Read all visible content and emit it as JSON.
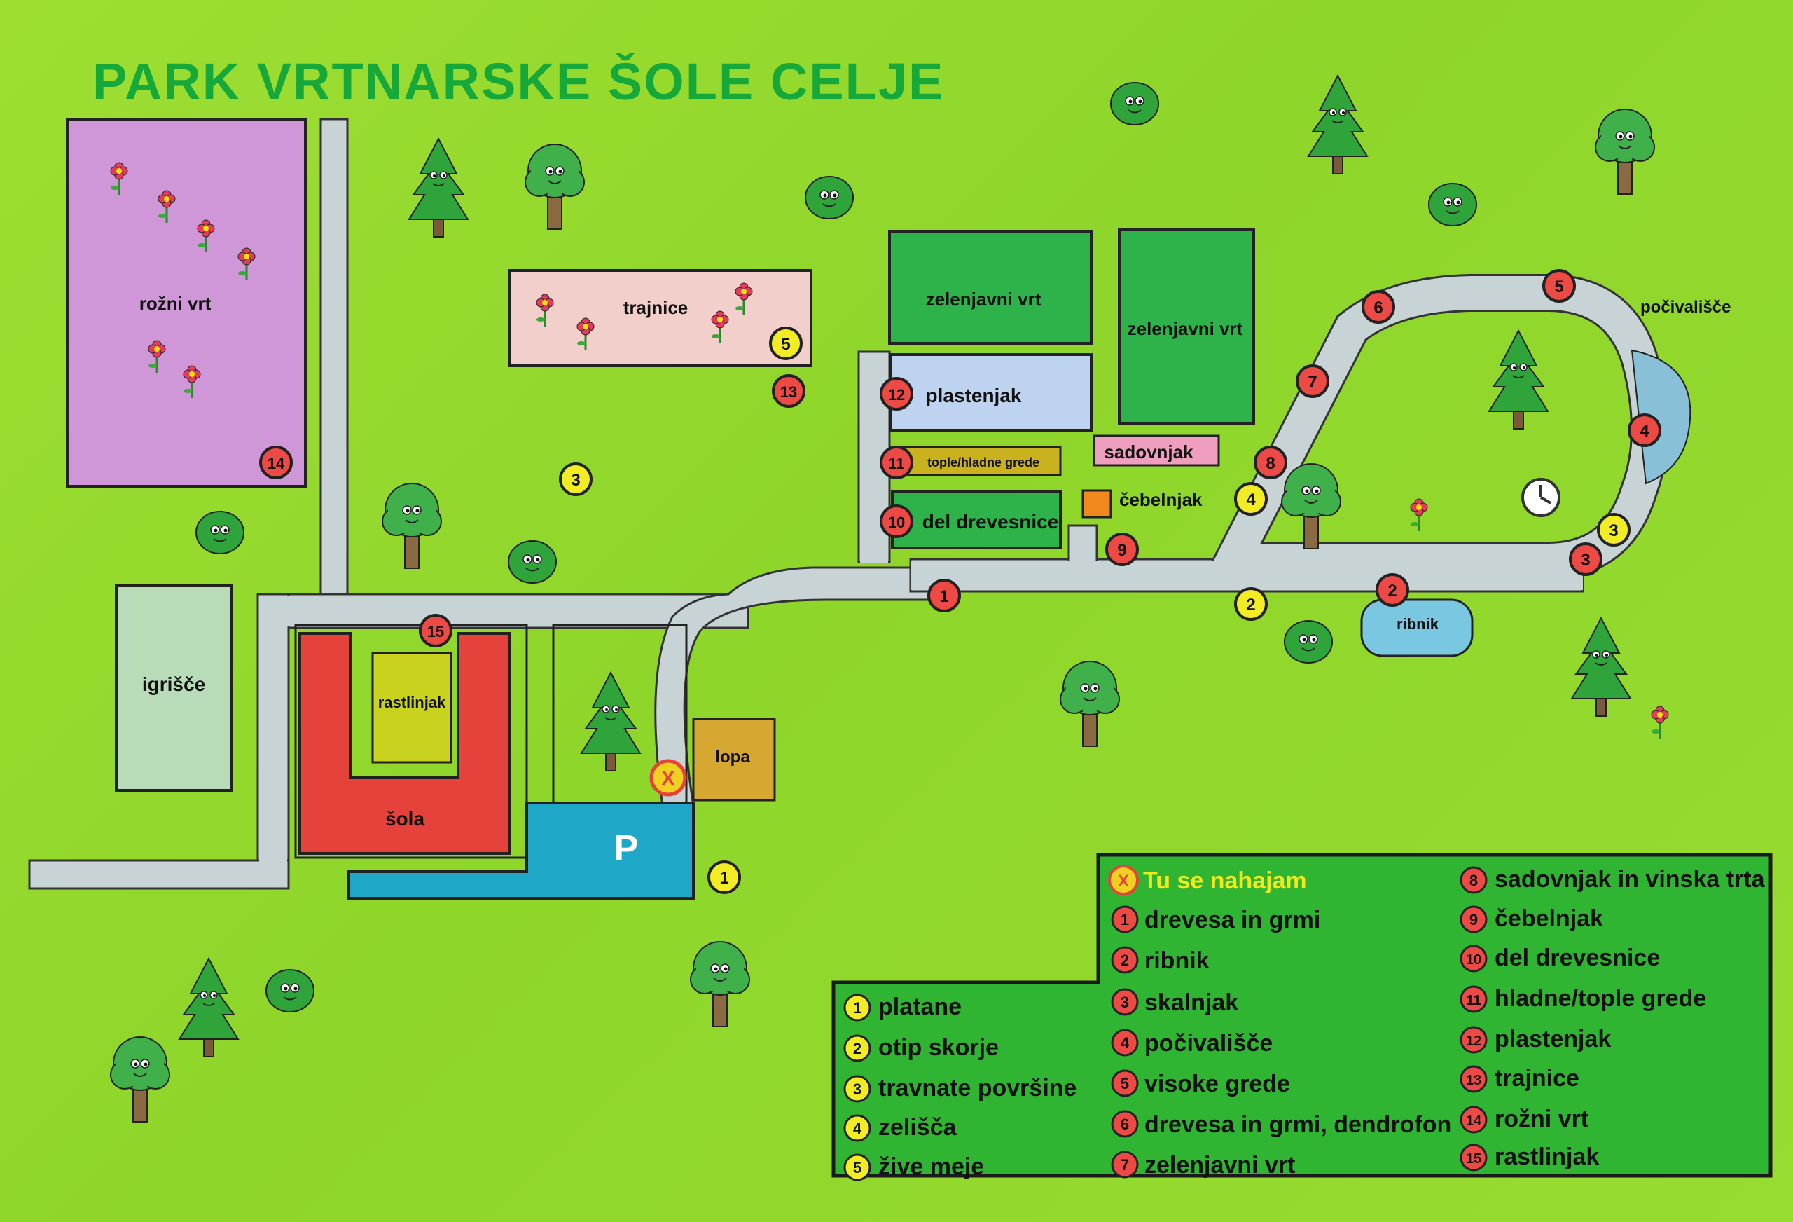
{
  "title": "PARK VRTNARSKE ŠOLE CELJE",
  "colors": {
    "grass": "#94d82c",
    "path": "#c8d3d6",
    "legend_green": "#2fb532",
    "red_marker": "#ee4a45",
    "yellow_marker": "#f2ec24"
  },
  "areas": {
    "rozni_vrt": "rožni vrt",
    "trajnice": "trajnice",
    "zelenjavni_vrt_1": "zelenjavni vrt",
    "zelenjavni_vrt_2": "zelenjavni vrt",
    "plastenjak": "plastenjak",
    "tople_hladne_grede": "tople/hladne grede",
    "del_drevesnice": "del drevesnice",
    "sadovnjak": "sadovnjak",
    "cebelnjak": "čebelnjak",
    "pocivalisce": "počivališče",
    "ribnik": "ribnik",
    "igrisce": "igrišče",
    "rastlinjak": "rastlinjak",
    "sola": "šola",
    "lopa": "lopa",
    "parking": "P"
  },
  "markers": {
    "you_are_here": "X",
    "red": {
      "m1": "1",
      "m2": "2",
      "m3": "3",
      "m4": "4",
      "m5": "5",
      "m6": "6",
      "m7": "7",
      "m8": "8",
      "m9": "9",
      "m10": "10",
      "m11": "11",
      "m12": "12",
      "m13": "13",
      "m14": "14",
      "m15": "15"
    },
    "yellow": {
      "y1": "1",
      "y2": "2",
      "y3a": "3",
      "y3b": "3",
      "y4": "4",
      "y5": "5"
    }
  },
  "legend": {
    "you_are_here": {
      "num": "X",
      "text": "Tu se nahajam"
    },
    "yellow_items": [
      {
        "num": "1",
        "text": "platane"
      },
      {
        "num": "2",
        "text": "otip skorje"
      },
      {
        "num": "3",
        "text": "travnate površine"
      },
      {
        "num": "4",
        "text": "zelišča"
      },
      {
        "num": "5",
        "text": "žive meje"
      }
    ],
    "red_items_col1": [
      {
        "num": "1",
        "text": "drevesa in grmi"
      },
      {
        "num": "2",
        "text": "ribnik"
      },
      {
        "num": "3",
        "text": "skalnjak"
      },
      {
        "num": "4",
        "text": "počivališče"
      },
      {
        "num": "5",
        "text": "visoke grede"
      },
      {
        "num": "6",
        "text": "drevesa in grmi, dendrofon"
      },
      {
        "num": "7",
        "text": "zelenjavni vrt"
      }
    ],
    "red_items_col2": [
      {
        "num": "8",
        "text": "sadovnjak in vinska trta"
      },
      {
        "num": "9",
        "text": "čebelnjak"
      },
      {
        "num": "10",
        "text": "del drevesnice"
      },
      {
        "num": "11",
        "text": "hladne/tople grede"
      },
      {
        "num": "12",
        "text": "plastenjak"
      },
      {
        "num": "13",
        "text": "trajnice"
      },
      {
        "num": "14",
        "text": "rožni vrt"
      },
      {
        "num": "15",
        "text": "rastlinjak"
      }
    ]
  }
}
